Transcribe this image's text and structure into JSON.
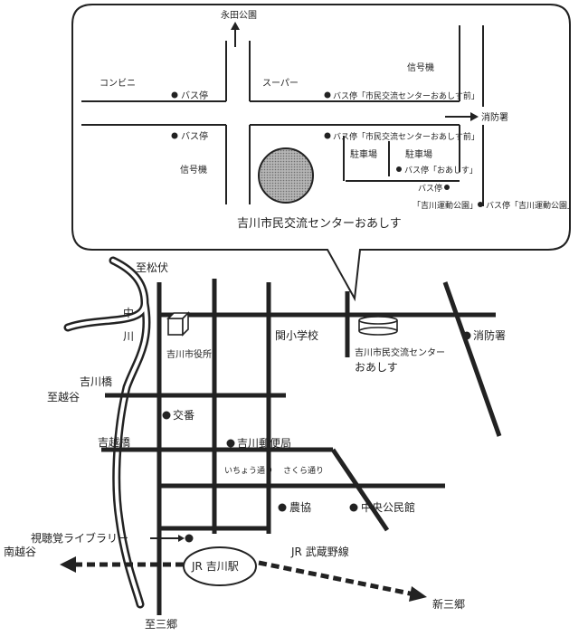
{
  "inset": {
    "title": "吉川市民交流センターおあしす",
    "labels": {
      "nagata_park": "永田公園",
      "konbini": "コンビニ",
      "super": "スーパー",
      "bus_stop_1": "バス停",
      "bus_stop_2": "バス停",
      "bus_stop_center_1": "バス停「市民交流センターおあしす前」",
      "bus_stop_center_2": "バス停「市民交流センターおあしす前」",
      "signal_1": "信号機",
      "signal_2": "信号機",
      "fire_station": "消防署",
      "parking_1": "駐車場",
      "parking_2": "駐車場",
      "bus_stop_oasis": "バス停「おあしす」",
      "bus_stop_small": "バス停",
      "yoshikawa_undo_koen": "「吉川運動公園」",
      "bus_stop_undo_koen": "バス停「吉川運動公園」"
    }
  },
  "main": {
    "to_matsubushi": "至松伏",
    "river_char1": "中",
    "river_char2": "川",
    "city_hall": "吉川市役所",
    "seki_school": "関小学校",
    "center_line1": "吉川市民交流センター",
    "center_line2": "おあしす",
    "fire_station": "消防署",
    "yoshikawa_bridge": "吉川橋",
    "to_koshigaya": "至越谷",
    "koban": "交番",
    "yoshiba_bridge": "吉越橋",
    "post_office": "吉川郵便局",
    "icho_dori": "いちょう通り",
    "sakura_dori": "さくら通り",
    "nokyo": "農協",
    "central_hall": "中央公民館",
    "av_library": "視聴覚ライブラリー",
    "minami_koshigaya": "南越谷",
    "jr_line": "JR 武蔵野線",
    "jr_station": "JR 吉川駅",
    "shin_misato": "新三郷",
    "to_misato": "至三郷"
  },
  "colors": {
    "ink": "#222222",
    "venue_fill": "#9a9a9a"
  }
}
